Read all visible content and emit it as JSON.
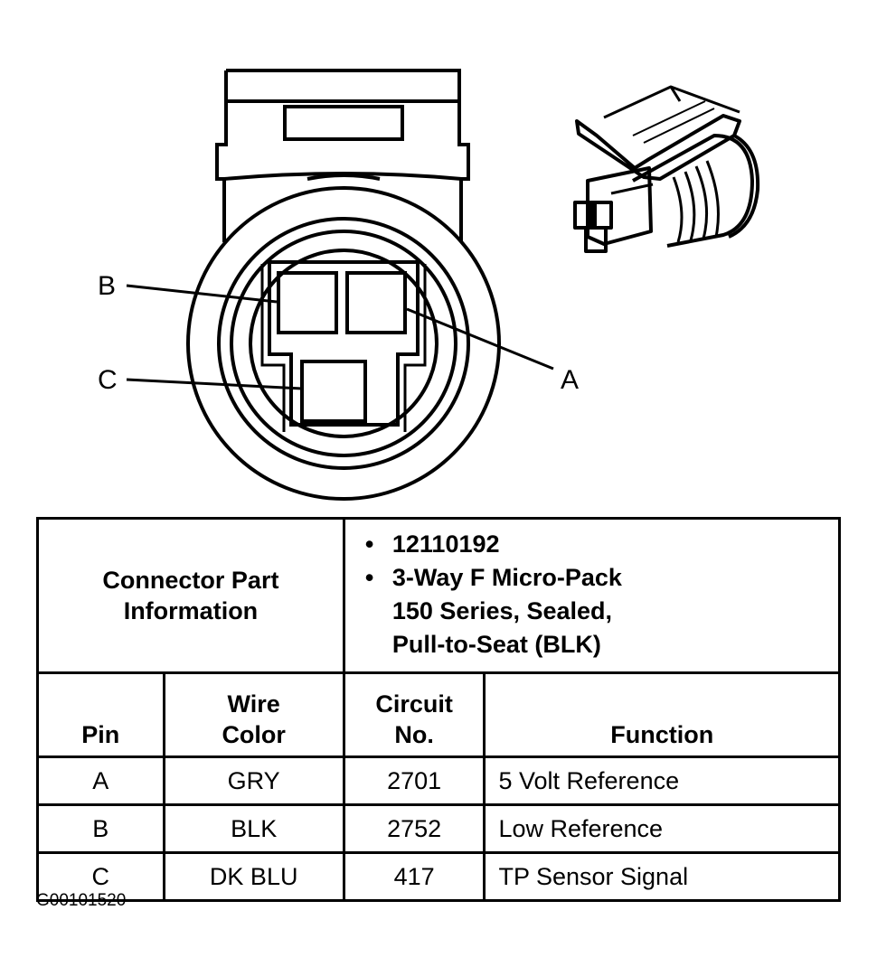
{
  "diagram": {
    "pin_labels": {
      "a": "A",
      "b": "B",
      "c": "C"
    }
  },
  "connector_info": {
    "label_line1": "Connector Part",
    "label_line2": "Information",
    "part_number": "12110192",
    "description_lines": [
      "3-Way F Micro-Pack",
      "150 Series, Sealed,",
      "Pull-to-Seat (BLK)"
    ]
  },
  "table": {
    "headers": {
      "pin": "Pin",
      "wire_color": [
        "Wire",
        "Color"
      ],
      "circuit": [
        "Circuit",
        "No."
      ],
      "function": "Function"
    },
    "rows": [
      {
        "pin": "A",
        "wire_color": "GRY",
        "circuit": "2701",
        "function": "5 Volt Reference"
      },
      {
        "pin": "B",
        "wire_color": "BLK",
        "circuit": "2752",
        "function": "Low Reference"
      },
      {
        "pin": "C",
        "wire_color": "DK BLU",
        "circuit": "417",
        "function": "TP Sensor Signal"
      }
    ]
  },
  "figure_id": "G00101520"
}
